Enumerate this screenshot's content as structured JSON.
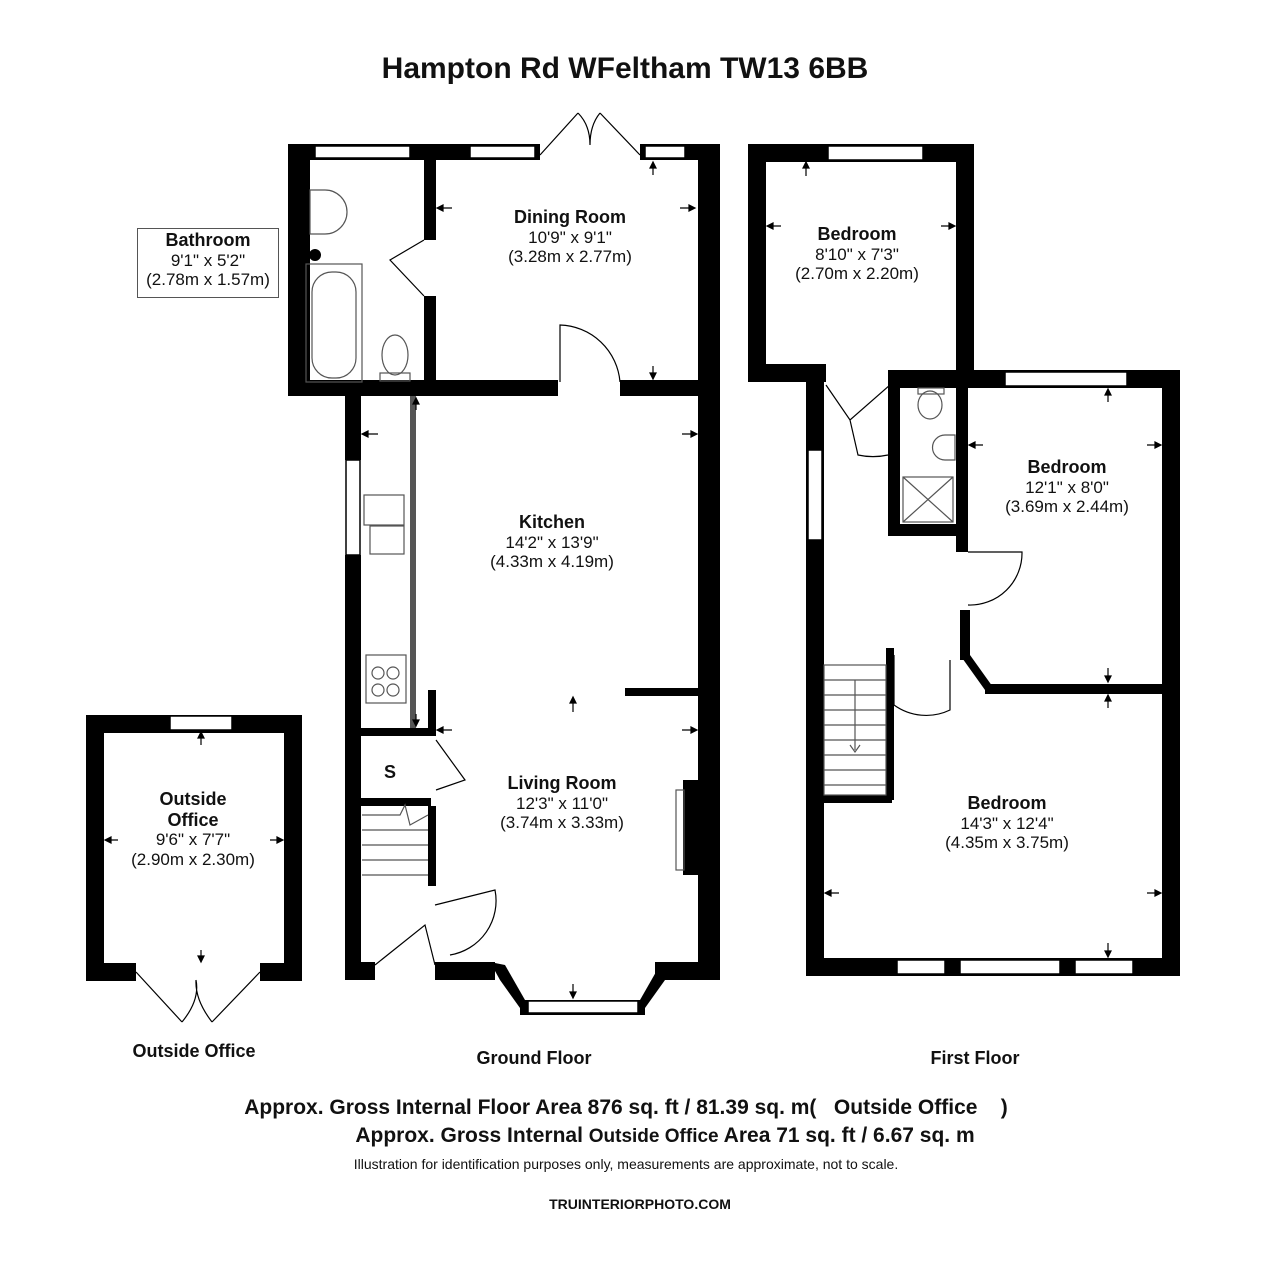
{
  "title": "Hampton Rd WFeltham TW13 6BB",
  "rooms": {
    "bathroom": {
      "name": "Bathroom",
      "imperial": "9'1\" x 5'2\"",
      "metric": "(2.78m x 1.57m)"
    },
    "dining": {
      "name": "Dining Room",
      "imperial": "10'9\" x 9'1\"",
      "metric": "(3.28m x 2.77m)"
    },
    "kitchen": {
      "name": "Kitchen",
      "imperial": "14'2\" x 13'9\"",
      "metric": "(4.33m x 4.19m)"
    },
    "living": {
      "name": "Living Room",
      "imperial": "12'3\" x 11'0\"",
      "metric": "(3.74m x 3.33m)"
    },
    "store": {
      "name": "S"
    },
    "office": {
      "name_line1": "Outside",
      "name_line2": "Office",
      "imperial": "9'6\" x 7'7\"",
      "metric": "(2.90m x 2.30m)"
    },
    "bedroom1": {
      "name": "Bedroom",
      "imperial": "8'10\" x 7'3\"",
      "metric": "(2.70m x 2.20m)"
    },
    "bedroom2": {
      "name": "Bedroom",
      "imperial": "12'1\" x 8'0\"",
      "metric": "(3.69m x 2.44m)"
    },
    "bedroom3": {
      "name": "Bedroom",
      "imperial": "14'3\" x 12'4\"",
      "metric": "(4.35m x 3.75m)"
    }
  },
  "floors": {
    "outside": "Outside Office",
    "ground": "Ground Floor",
    "first": "First Floor"
  },
  "footer": {
    "line1": "Approx. Gross Internal Floor Area 876 sq. ft / 81.39 sq. m(   Outside Office    )",
    "line2_a": "Approx. Gross Internal",
    "line2_b": "Outside Office",
    "line2_c": "Area 71 sq. ft / 6.67 sq. m",
    "note": "Illustration for identification purposes only, measurements are approximate, not to scale.",
    "website": "TRUINTERIORPHOTO.COM"
  },
  "colors": {
    "wall": "#000000",
    "background": "#ffffff",
    "fixture": "#555555"
  }
}
